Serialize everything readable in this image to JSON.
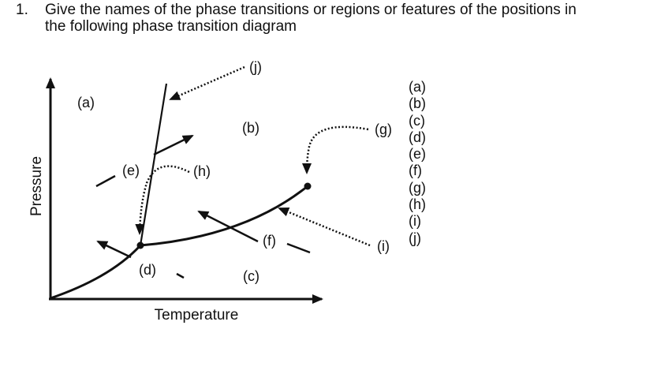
{
  "question": {
    "number": "1.",
    "line1": "Give the names of the phase transitions or regions or features of the positions in",
    "line2": "the following phase transition diagram"
  },
  "diagram": {
    "type": "phase diagram",
    "x_axis_label": "Temperature",
    "y_axis_label": "Pressure",
    "labels": {
      "a": "(a)",
      "b": "(b)",
      "c": "(c)",
      "d": "(d)",
      "e": "(e)",
      "f": "(f)",
      "g": "(g)",
      "h": "(h)",
      "i": "(i)",
      "j": "(j)"
    },
    "features": [
      {
        "label": "(a)",
        "position": "upper-left region"
      },
      {
        "label": "(b)",
        "position": "upper-middle region"
      },
      {
        "label": "(c)",
        "position": "lower-right region"
      },
      {
        "label": "(d)",
        "position": "arrow crossing sublimation curve"
      },
      {
        "label": "(e)",
        "position": "arrow crossing melting curve"
      },
      {
        "label": "(f)",
        "position": "arrow crossing vaporization curve"
      },
      {
        "label": "(g)",
        "position": "dotted pointer to critical point"
      },
      {
        "label": "(h)",
        "position": "dotted pointer to triple point"
      },
      {
        "label": "(i)",
        "position": "dotted pointer to vaporization curve"
      },
      {
        "label": "(j)",
        "position": "dotted pointer to melting curve"
      }
    ]
  },
  "answer_list": [
    "(a)",
    "(b)",
    "(c)",
    "(d)",
    "(e)",
    "(f)",
    "(g)",
    "(h)",
    "(i)",
    "(j)"
  ]
}
